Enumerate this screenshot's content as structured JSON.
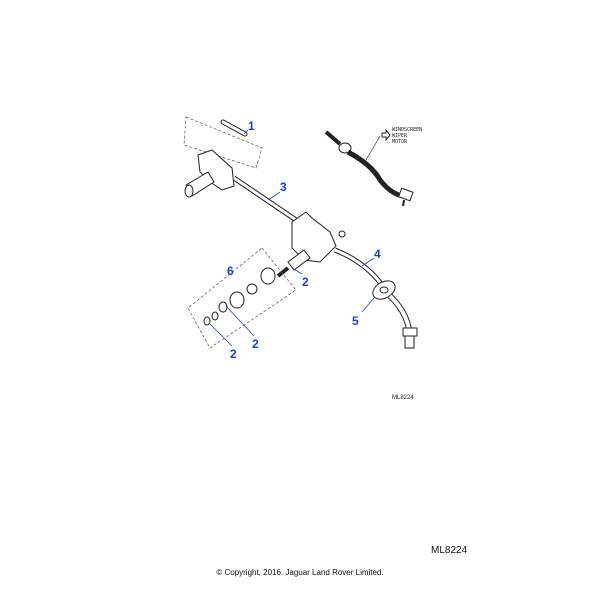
{
  "diagram": {
    "callouts": [
      {
        "id": "callout-1",
        "label": "1"
      },
      {
        "id": "callout-3",
        "label": "3"
      },
      {
        "id": "callout-4",
        "label": "4"
      },
      {
        "id": "callout-2a",
        "label": "2"
      },
      {
        "id": "callout-6",
        "label": "6"
      },
      {
        "id": "callout-5",
        "label": "5"
      },
      {
        "id": "callout-2b",
        "label": "2"
      },
      {
        "id": "callout-2c",
        "label": "2"
      }
    ],
    "motor_note": [
      "WINDSCREEN",
      "WIPER",
      "MOTOR"
    ],
    "drawing_ref": "ML8224",
    "accent_color": "#1a3fd6"
  },
  "footer": {
    "reference": "ML8224",
    "copyright": "© Copyright, 2016. Jaguar Land Rover Limited."
  }
}
